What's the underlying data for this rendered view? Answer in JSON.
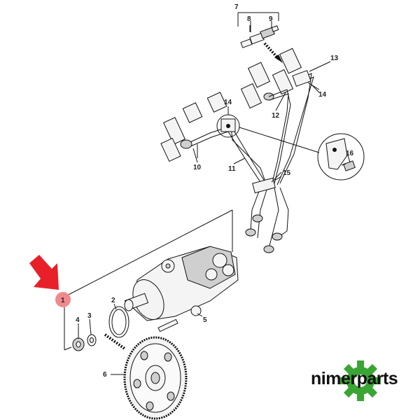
{
  "diagram": {
    "callouts": [
      {
        "id": "c1",
        "text": "1"
      },
      {
        "id": "c2",
        "text": "2"
      },
      {
        "id": "c3",
        "text": "3"
      },
      {
        "id": "c4",
        "text": "4"
      },
      {
        "id": "c5",
        "text": "5"
      },
      {
        "id": "c6",
        "text": "6"
      },
      {
        "id": "c7",
        "text": "7"
      },
      {
        "id": "c8",
        "text": "8"
      },
      {
        "id": "c9",
        "text": "9"
      },
      {
        "id": "c10",
        "text": "10"
      },
      {
        "id": "c11",
        "text": "11"
      },
      {
        "id": "c12",
        "text": "12"
      },
      {
        "id": "c13",
        "text": "13"
      },
      {
        "id": "c14a",
        "text": "14"
      },
      {
        "id": "c14b",
        "text": "14"
      },
      {
        "id": "c15",
        "text": "15"
      },
      {
        "id": "c16",
        "text": "16"
      }
    ],
    "highlight_color": "#e8202a",
    "marker_color": "#f08a8f"
  },
  "brand": {
    "name": "nimerparts",
    "gear_color": "#3aa534"
  }
}
